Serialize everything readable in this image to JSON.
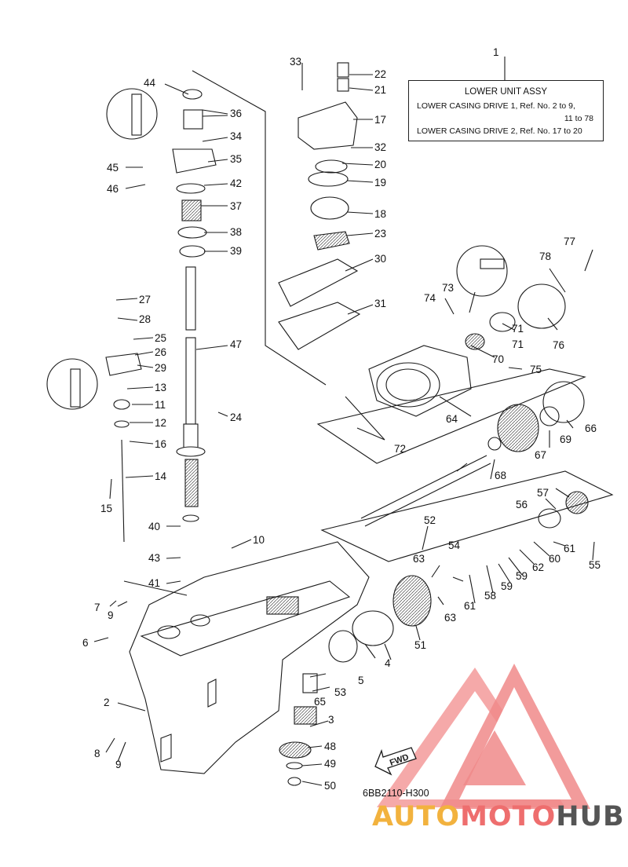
{
  "legend": {
    "number": "1",
    "title": "LOWER UNIT ASSY",
    "line1": "LOWER CASING DRIVE 1,  Ref. No. 2 to 9,",
    "line1b": "11 to 78",
    "line2": "LOWER CASING DRIVE 2,  Ref. No. 17 to 20"
  },
  "diagram_code": "6BB2110-H300",
  "fwd_label": "FWD",
  "watermark": {
    "auto": "AUTO",
    "moto": "MOTO",
    "hub": "HUB"
  },
  "callouts": [
    "2",
    "3",
    "4",
    "5",
    "6",
    "7",
    "8",
    "9",
    "9",
    "10",
    "11",
    "12",
    "13",
    "14",
    "15",
    "16",
    "17",
    "18",
    "19",
    "20",
    "21",
    "22",
    "23",
    "24",
    "25",
    "26",
    "27",
    "28",
    "29",
    "30",
    "31",
    "32",
    "33",
    "34",
    "35",
    "36",
    "37",
    "38",
    "39",
    "40",
    "41",
    "42",
    "43",
    "44",
    "45",
    "46",
    "47",
    "48",
    "49",
    "50",
    "51",
    "52",
    "53",
    "54",
    "55",
    "56",
    "57",
    "58",
    "59",
    "59",
    "60",
    "61",
    "61",
    "62",
    "63",
    "63",
    "64",
    "65",
    "66",
    "67",
    "68",
    "69",
    "70",
    "71",
    "71",
    "72",
    "73",
    "74",
    "75",
    "76",
    "77",
    "78"
  ],
  "colors": {
    "line": "#1a1a1a",
    "watermark_red": "#ee6e6e",
    "watermark_orange": "#f2b23e",
    "watermark_gray": "#555555"
  }
}
